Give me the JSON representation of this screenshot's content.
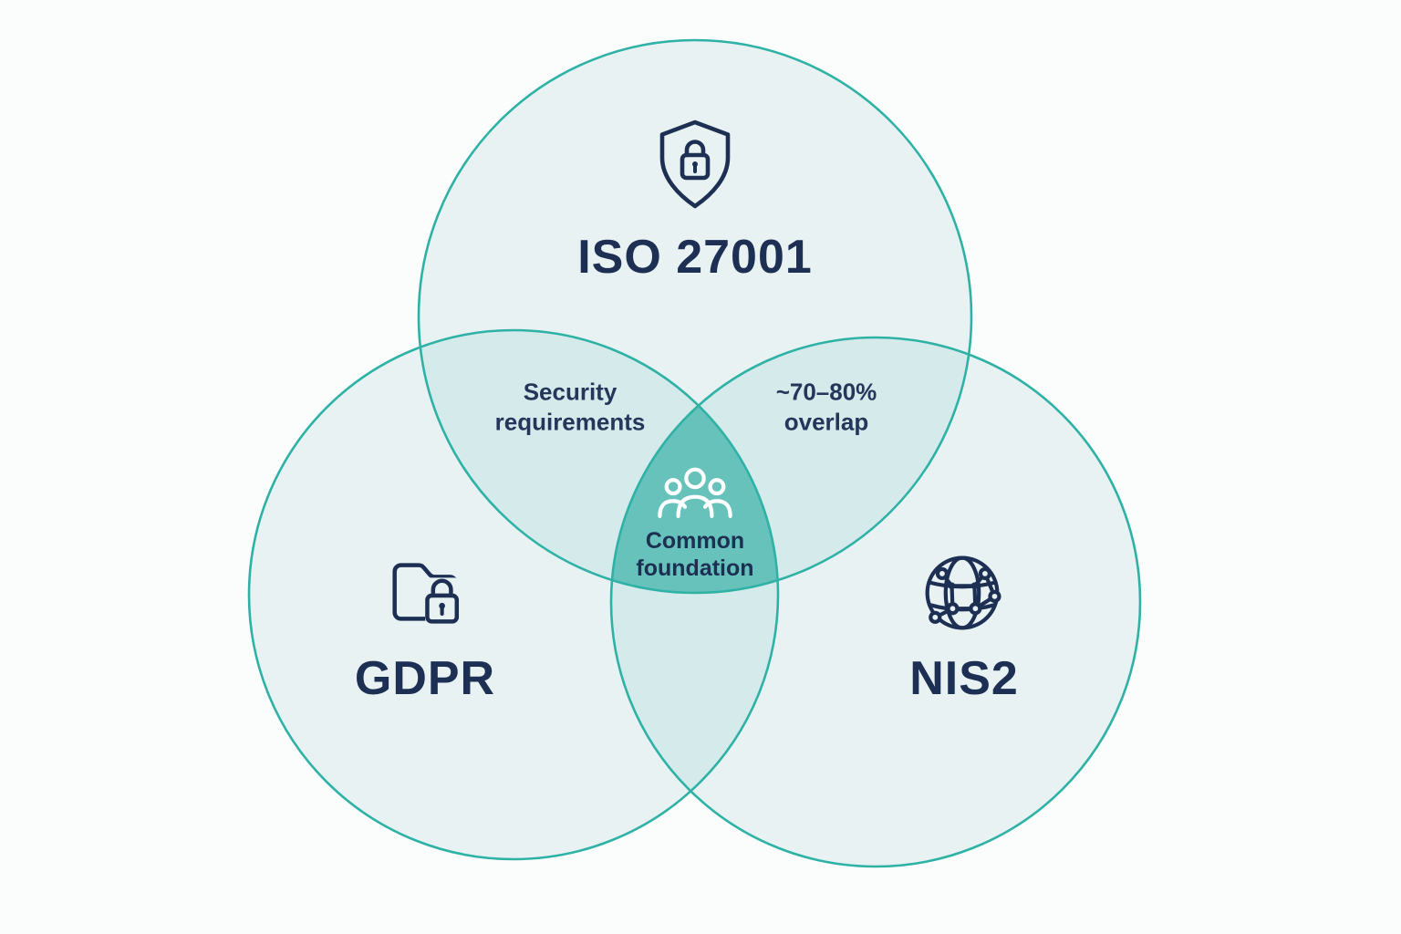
{
  "diagram": {
    "type": "venn",
    "colors": {
      "background": "#fbfdfd",
      "circle_fill": "#e9f2f3",
      "pair_overlap_fill": "#d5eaea",
      "center_overlap_fill": "#66c2ba",
      "circle_stroke": "#2fb2a6",
      "text": "#1d3054",
      "center_icon_color": "#ffffff"
    },
    "sets": [
      {
        "id": "iso27001",
        "label": "ISO 27001",
        "icon": "shield-lock-icon"
      },
      {
        "id": "gdpr",
        "label": "GDPR",
        "icon": "folder-lock-icon"
      },
      {
        "id": "nis2",
        "label": "NIS2",
        "icon": "network-globe-icon"
      }
    ],
    "overlaps": {
      "iso_gdpr": "Security requirements",
      "iso_nis2": "~70–80% overlap",
      "center": "Common foundation",
      "center_icon": "people-group-icon"
    }
  }
}
